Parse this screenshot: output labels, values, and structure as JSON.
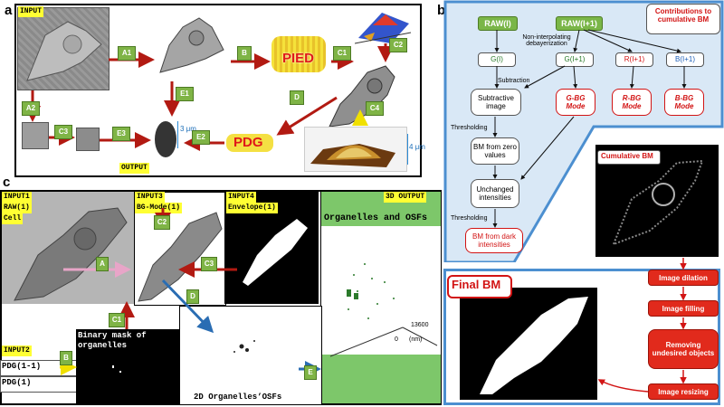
{
  "panel_a": {
    "panel_letter": "a",
    "input_label": "INPUT",
    "output_label": "OUTPUT",
    "arrows": {
      "a1": "A1",
      "a2": "A2",
      "b": "B",
      "c1": "C1",
      "c2": "C2",
      "c3": "C3",
      "c4": "C4",
      "d": "D",
      "e1": "E1",
      "e2": "E2",
      "e3": "E3"
    },
    "pied": "PIED",
    "pdg": "PDG",
    "scale_left": "3 μm",
    "scale_right": "4 μm"
  },
  "panel_b": {
    "panel_letter": "b",
    "title": "Contributions to cumulative BM",
    "raw_i": "RAW(I)",
    "raw_i1": "RAW(I+1)",
    "non_interp": "Non-interpolating debayerization",
    "g_i": "G(I)",
    "g_i1": "G(I+1)",
    "r_i1": "R(I+1)",
    "b_i1": "B(I+1)",
    "subtraction": "Subtraction",
    "subtractive_image": "Subtractive image",
    "g_bg_mode": "G-BG Mode",
    "r_bg_mode": "R-BG Mode",
    "b_bg_mode": "B-BG Mode",
    "thresholding1": "Thresholding",
    "bm_zero": "BM from zero values",
    "unchanged": "Unchanged intensities",
    "thresholding2": "Thresholding",
    "bm_dark": "BM from dark intensities",
    "cumulative_bm": "Cumulative BM",
    "final_bm": "Final BM",
    "steps": [
      "Image dilation",
      "Image filling",
      "Removing undesired objects",
      "Image resizing"
    ]
  },
  "panel_c": {
    "panel_letter": "c",
    "input1": [
      "INPUT1",
      "RAW(1)",
      "Cell"
    ],
    "input2": "INPUT2",
    "input3": [
      "INPUT3",
      "BG-Mode(1)"
    ],
    "input4": [
      "INPUT4",
      "Envelope(1)"
    ],
    "output3d": "3D OUTPUT",
    "pdg_prev": "PDG(1-1)",
    "pdg_cur": "PDG(1)",
    "binary_mask": "Binary mask of organelles",
    "organelles_title": "Organelles and OSFs",
    "osfs_2d": "2D Organelles’OSFs",
    "axis_value": "13600",
    "axis_zero": "0",
    "axis_unit": "(nm)",
    "arrows": {
      "a": "A",
      "b": "B",
      "c1": "C1",
      "c2": "C2",
      "c3": "C3",
      "d": "D",
      "e": "E"
    }
  }
}
